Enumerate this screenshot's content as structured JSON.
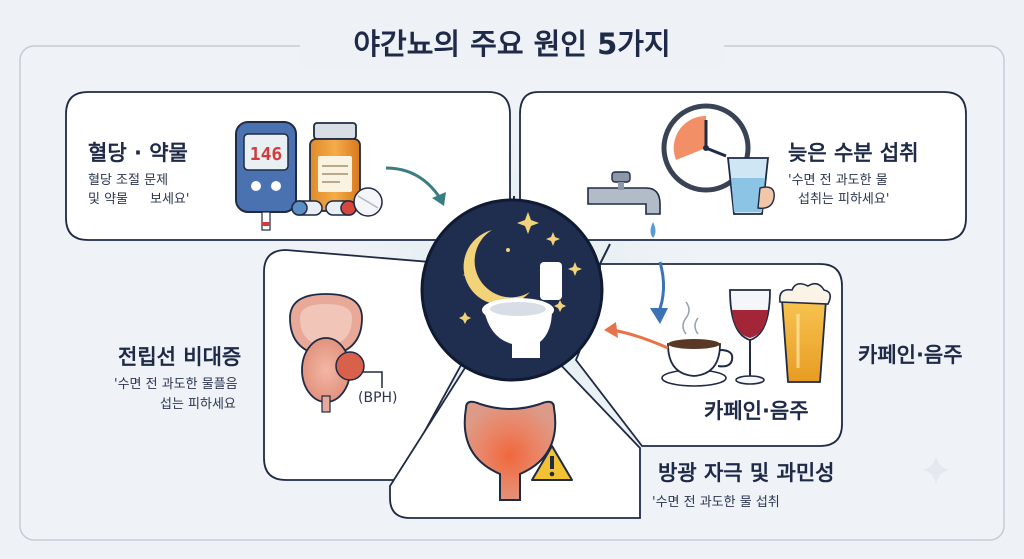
{
  "title": "야간뇨의 주요 원인 5가지",
  "sections": {
    "blood_sugar": {
      "heading": "혈당 · 약물",
      "line1": "혈당 조절 문제",
      "line2": "및 약물",
      "line3": "보세요'",
      "meter_value": "146"
    },
    "late_fluid": {
      "heading": "늦은 수분 섭취",
      "line1": "'수면 전 과도한 물",
      "line2": "섭취는 피하세요'"
    },
    "caffeine": {
      "heading_side": "카페인·음주",
      "heading_card": "카페인·음주"
    },
    "prostate": {
      "heading": "전립선 비대증",
      "line1": "'수면 전 과도한 물플음",
      "line2": "섭는 피하세요",
      "label": "(BPH)"
    },
    "bladder": {
      "heading": "방광 자극 및 과민성",
      "line1": "'수면 전 과도한 물 섭취"
    }
  },
  "colors": {
    "navy": "#1f2d4f",
    "moon": "#f3d37a",
    "orange": "#e8734a",
    "wine": "#a32638",
    "beer": "#f0b43c",
    "teal": "#5a8ec4"
  }
}
